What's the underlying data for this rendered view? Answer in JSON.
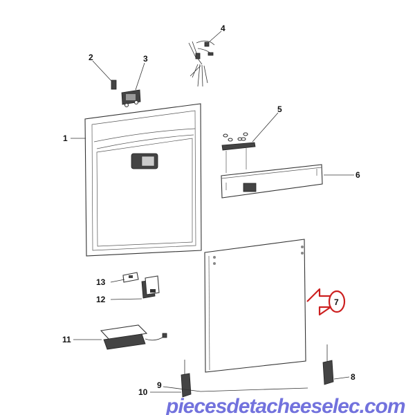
{
  "diagram": {
    "title": "Dishwasher door exploded view",
    "callouts": {
      "p1": "1",
      "p2": "2",
      "p3": "3",
      "p4": "4",
      "p5": "5",
      "p6": "6",
      "p7": "7",
      "p8": "8",
      "p9": "9",
      "p10": "10",
      "p11": "11",
      "p12": "12",
      "p13": "13"
    },
    "highlight": {
      "part": "7",
      "color": "#cc1f1f"
    },
    "watermark": "piecesdetacheeselec.com"
  }
}
